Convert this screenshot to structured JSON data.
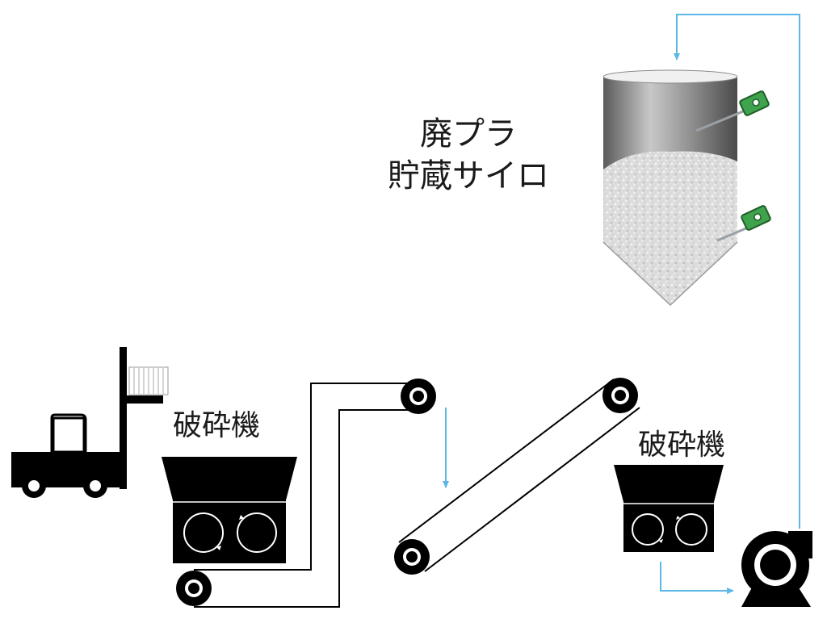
{
  "labels": {
    "silo_line1": "廃プラ",
    "silo_line2": "貯蔵サイロ",
    "crusher_primary": "破砕機",
    "crusher_secondary": "破砕機"
  },
  "colors": {
    "flow_arrow": "#5bb8e6",
    "equipment": "#000000",
    "sensor": "#3fa34d",
    "silo_body": "#8a8a8a",
    "material": "#d9d9d9"
  },
  "icons": {
    "forklift": "forklift-icon",
    "blower": "blower-fan-icon",
    "level_sensor": "level-sensor-icon"
  }
}
